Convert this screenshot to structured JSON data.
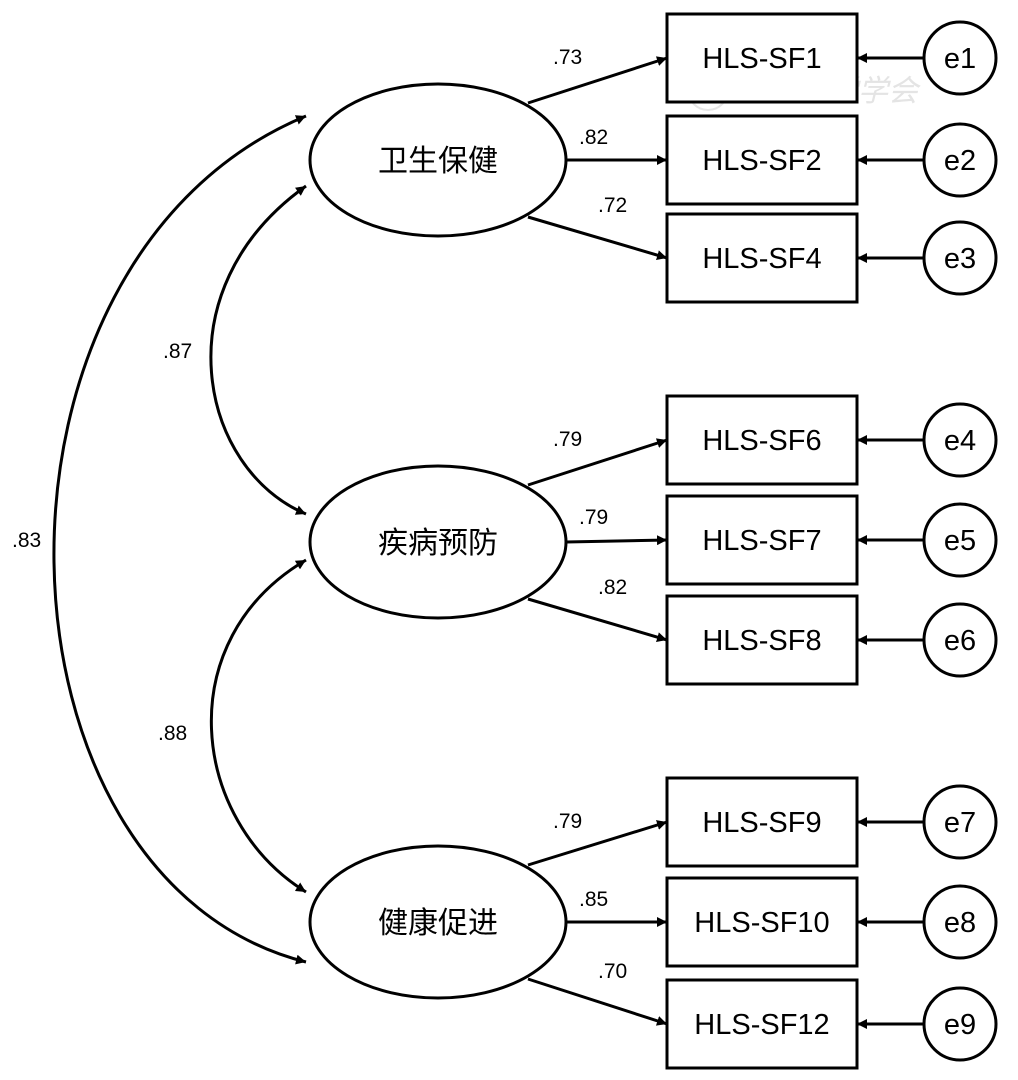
{
  "latents": [
    {
      "id": "f1",
      "label": "卫生保健"
    },
    {
      "id": "f2",
      "label": "疾病预防"
    },
    {
      "id": "f3",
      "label": "健康促进"
    }
  ],
  "indicators": [
    {
      "label": "HLS-SF1",
      "error": "e1",
      "loading": ".73",
      "factor": 0
    },
    {
      "label": "HLS-SF2",
      "error": "e2",
      "loading": ".82",
      "factor": 0
    },
    {
      "label": "HLS-SF4",
      "error": "e3",
      "loading": ".72",
      "factor": 0
    },
    {
      "label": "HLS-SF6",
      "error": "e4",
      "loading": ".79",
      "factor": 1
    },
    {
      "label": "HLS-SF7",
      "error": "e5",
      "loading": ".79",
      "factor": 1
    },
    {
      "label": "HLS-SF8",
      "error": "e6",
      "loading": ".82",
      "factor": 1
    },
    {
      "label": "HLS-SF9",
      "error": "e7",
      "loading": ".79",
      "factor": 2
    },
    {
      "label": "HLS-SF10",
      "error": "e8",
      "loading": ".85",
      "factor": 2
    },
    {
      "label": "HLS-SF12",
      "error": "e9",
      "loading": ".70",
      "factor": 2
    }
  ],
  "correlations": [
    {
      "from": 0,
      "to": 1,
      "value": ".87"
    },
    {
      "from": 1,
      "to": 2,
      "value": ".88"
    },
    {
      "from": 0,
      "to": 2,
      "value": ".83"
    }
  ],
  "watermark": "中华药学学会"
}
